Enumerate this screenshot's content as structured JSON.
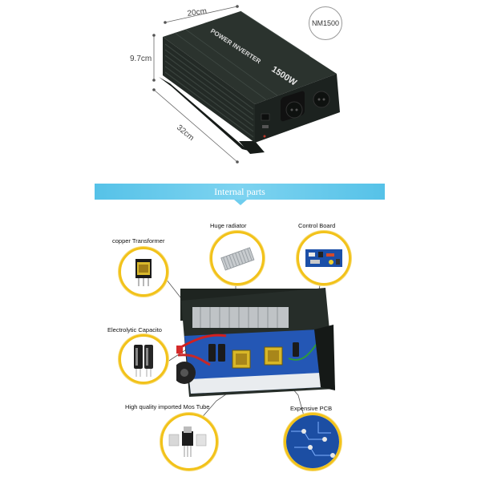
{
  "product": {
    "model": "NM1500",
    "dimensions": {
      "width": "20cm",
      "height": "9.7cm",
      "length": "32cm"
    },
    "front_text": {
      "title": "POWER INVERTER",
      "rating": "1500W"
    }
  },
  "banner": {
    "title": "Internal parts"
  },
  "parts": {
    "radiator": "Huge radiator",
    "control_board": "Control Board",
    "transformer": "copper  Transformer",
    "capacitor": "Electrolytic Capacito",
    "mos_tube": "High quality imported Mos Tube",
    "pcb": "Expensive PCB"
  },
  "colors": {
    "accent_ring": "#f2c21a",
    "banner": "#56c2e8",
    "housing": "#1e2420"
  }
}
